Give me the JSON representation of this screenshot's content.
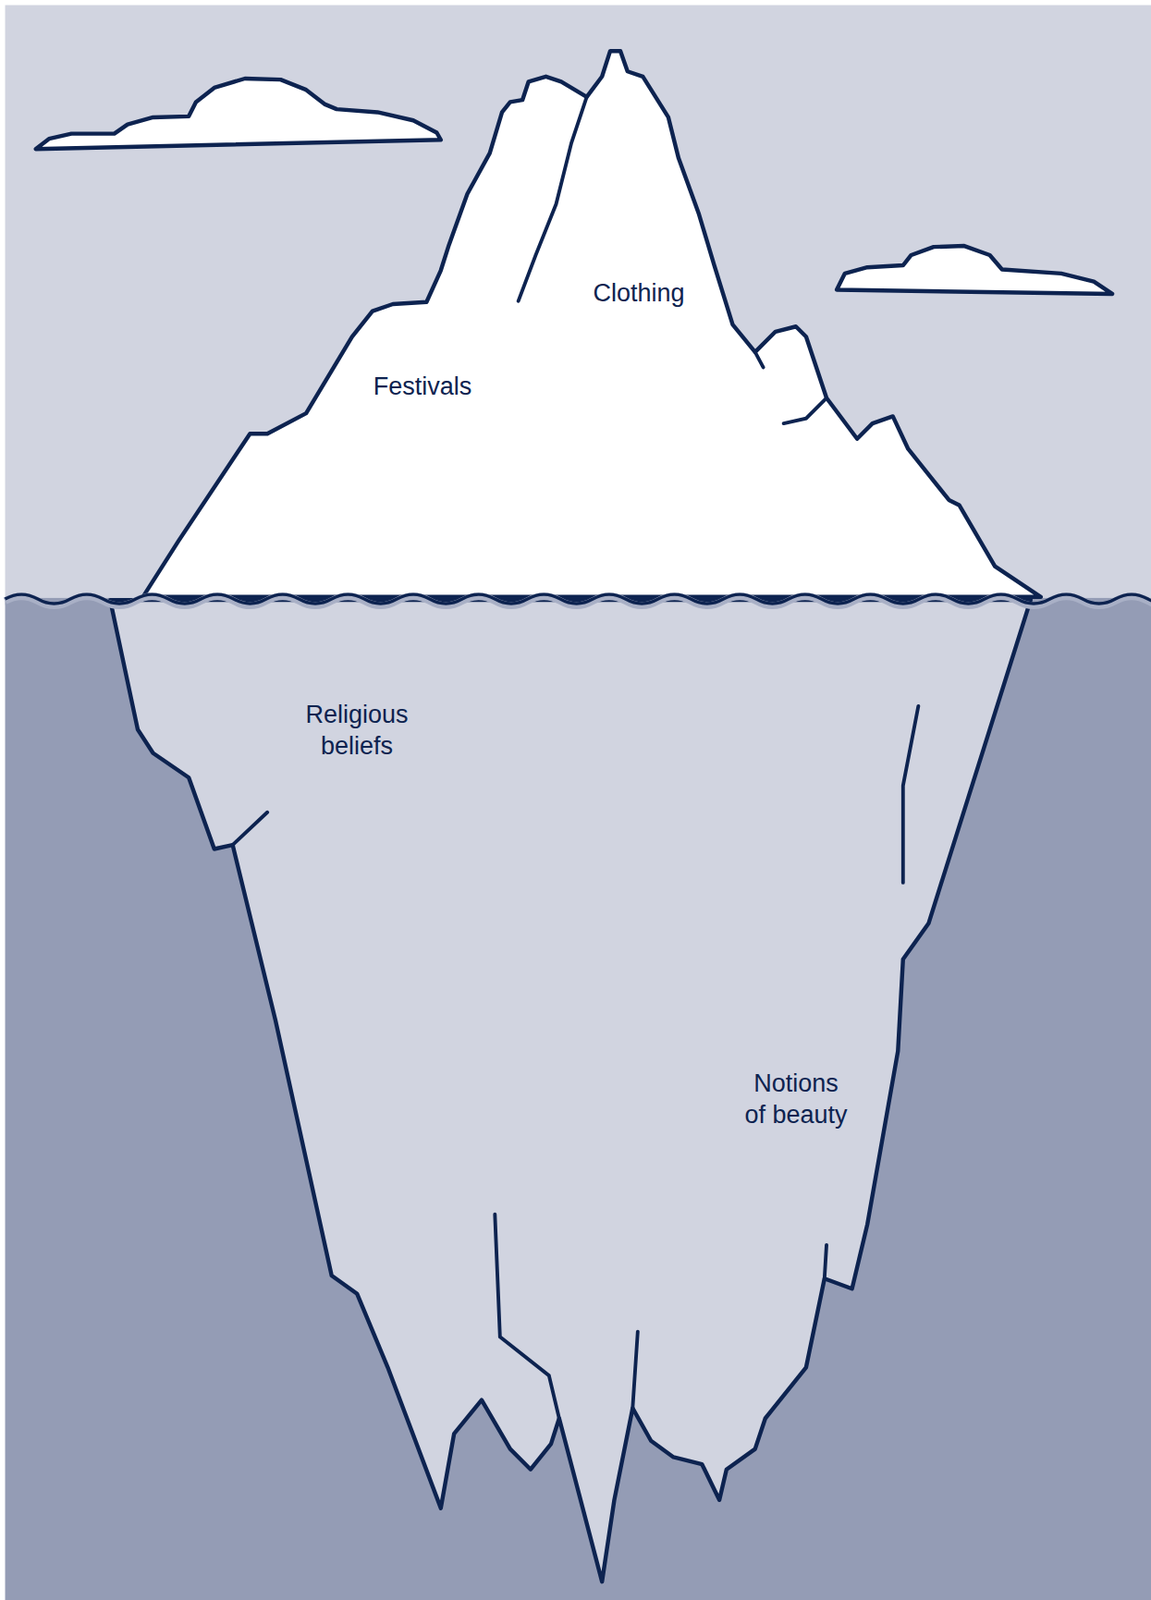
{
  "diagram": {
    "labels": [
      "Clothing",
      "Festivals",
      "Religious beliefs",
      "Notions of beauty"
    ]
  }
}
